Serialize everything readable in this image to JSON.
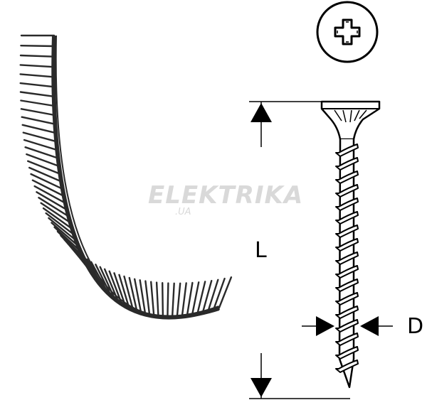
{
  "diagram": {
    "length_label": "L",
    "diameter_label": "D"
  },
  "watermark": {
    "brand": "ELEKTRIKA",
    "domain": ".UA"
  },
  "icons": {
    "head": "phillips-head-icon",
    "strip": "collated-screw-strip-icon",
    "screw": "drywall-screw-icon"
  },
  "colors": {
    "line": "#000000",
    "strip": "#2a2a2a",
    "watermark": "#d9d9d9"
  }
}
